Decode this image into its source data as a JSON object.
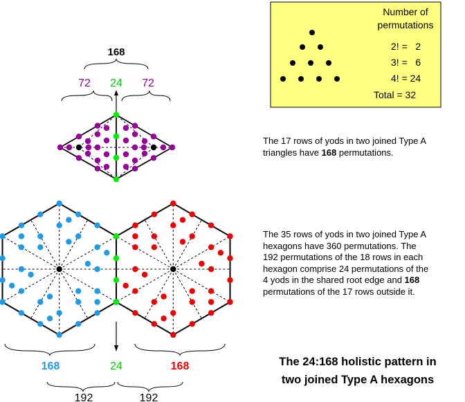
{
  "permutation_box": {
    "heading_line1": "Number of",
    "heading_line2": "permutations",
    "rows": [
      "2! =   2",
      "3! =   6",
      "4! = 24"
    ],
    "total": "Total = 32",
    "fill": "#FFFF80"
  },
  "rhombus_labels": {
    "total": "168",
    "left": "72",
    "center": "24",
    "right": "72"
  },
  "hexagon_labels": {
    "left": "168",
    "center": "24",
    "right": "168",
    "sum_left": "192",
    "sum_right": "192"
  },
  "text": {
    "rhombus_description": [
      "The 17 rows of yods in two joined Type A",
      "triangles have ",
      "168",
      " permutations."
    ],
    "hexagon_description": [
      "The 35 rows of yods in two joined Type A",
      "hexagons have 360 permutations. The",
      "192 permutations of the 18 rows in each",
      "hexagon comprise 24 permutations of the",
      "4 yods in the shared root edge and ",
      "168",
      "permutations of the 17 rows outside it."
    ],
    "title_line1": "The 24:168 holistic pattern in",
    "title_line2": "two joined Type A hexagons"
  },
  "colors": {
    "purple": "#990099",
    "green": "#00EE00",
    "blue": "#1E9BE8",
    "red": "#EE0000",
    "black": "#000000"
  }
}
